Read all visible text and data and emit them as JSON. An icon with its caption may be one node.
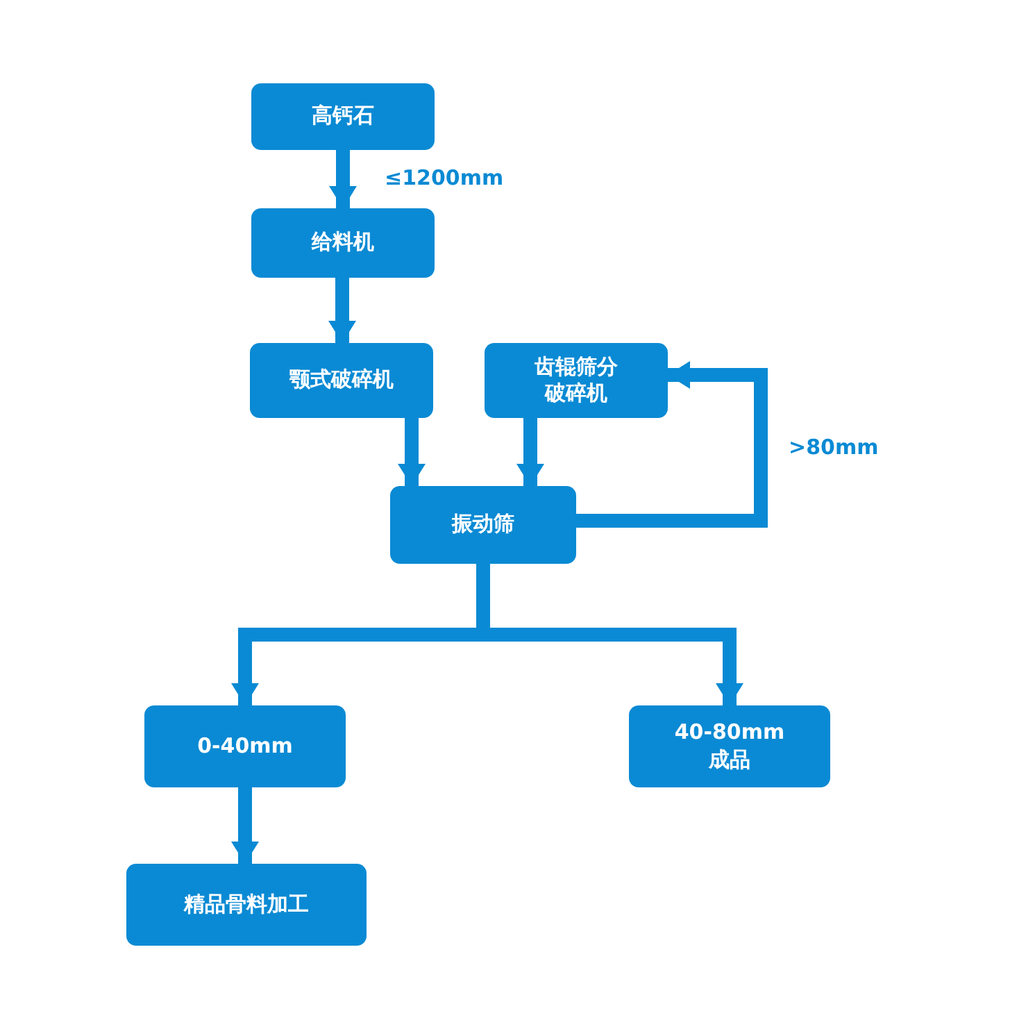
{
  "diagram": {
    "nodes": [
      {
        "text": [
          "高钙石"
        ]
      },
      {
        "text": [
          "给料机"
        ]
      },
      {
        "text": [
          "颚式破碎机"
        ]
      },
      {
        "text": [
          "齿辊筛分破碎机"
        ]
      },
      {
        "text": [
          "振动筛"
        ]
      },
      {
        "text": [
          "0-40mm"
        ]
      },
      {
        "text": [
          "40-80mm 成品"
        ]
      },
      {
        "text": [
          "精品骨料加工"
        ]
      }
    ],
    "edges": [
      {
        "from": 0,
        "to": 1,
        "arrow": "to",
        "label": "≤1200mm"
      },
      {
        "from": 1,
        "to": 2,
        "arrow": "to"
      },
      {
        "from": 2,
        "to": 4,
        "arrow": "to"
      },
      {
        "from": 3,
        "to": 4,
        "arrow": "to"
      },
      {
        "from": 4,
        "to": 3,
        "arrow": "to",
        "label": ">80mm"
      },
      {
        "from": 4,
        "to": 5,
        "arrow": "to"
      },
      {
        "from": 4,
        "to": 6,
        "arrow": "to"
      },
      {
        "from": 5,
        "to": 7,
        "arrow": "to"
      }
    ]
  }
}
